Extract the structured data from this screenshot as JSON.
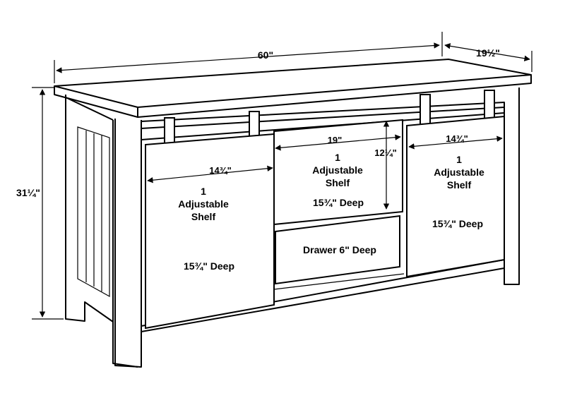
{
  "dimensions": {
    "width": "60\"",
    "depth": "19½\"",
    "height": "31¼\""
  },
  "left_cabinet": {
    "width": "14¾\"",
    "shelf_count": "1",
    "shelf_label_1": "Adjustable",
    "shelf_label_2": "Shelf",
    "depth": "15¾\" Deep"
  },
  "center_cabinet": {
    "width": "19\"",
    "height": "12¼\"",
    "shelf_count": "1",
    "shelf_label_1": "Adjustable",
    "shelf_label_2": "Shelf",
    "depth": "15¾\" Deep",
    "drawer": "Drawer 6\" Deep"
  },
  "right_cabinet": {
    "width": "14¾\"",
    "shelf_count": "1",
    "shelf_label_1": "Adjustable",
    "shelf_label_2": "Shelf",
    "depth": "15¾\" Deep"
  }
}
